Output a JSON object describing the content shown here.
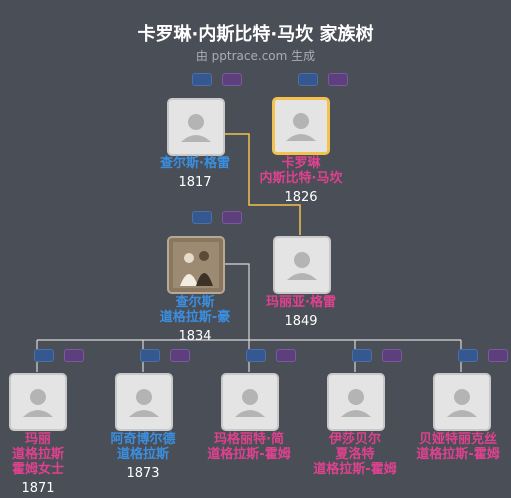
{
  "header": {
    "title": "卡罗琳·内斯比特·马坎 家族树",
    "subtitle": "由 pptrace.com 生成"
  },
  "people": {
    "p_charles_gray": {
      "name_lines": [
        "查尔斯·格雷"
      ],
      "year": "1817"
    },
    "p_caroline": {
      "name_lines": [
        "卡罗琳",
        "内斯比特·马坎"
      ],
      "year": "1826"
    },
    "p_charles_douglas": {
      "name_lines": [
        "查尔斯",
        "道格拉斯-豪"
      ],
      "year": "1834"
    },
    "p_maria": {
      "name_lines": [
        "玛丽亚·格雷"
      ],
      "year": "1849"
    },
    "c_mary": {
      "name_lines": [
        "玛丽",
        "道格拉斯",
        "霍姆女士"
      ],
      "year": "1871"
    },
    "c_archibald": {
      "name_lines": [
        "阿奇博尔德",
        "道格拉斯"
      ],
      "year": "1873"
    },
    "c_margaret": {
      "name_lines": [
        "玛格丽特·简",
        "道格拉斯-霍姆"
      ],
      "year": ""
    },
    "c_isabel": {
      "name_lines": [
        "伊莎贝尔",
        "夏洛特",
        "道格拉斯-霍姆"
      ],
      "year": ""
    },
    "c_beatrice": {
      "name_lines": [
        "贝娅特丽克丝",
        "道格拉斯-霍姆"
      ],
      "year": ""
    }
  },
  "colors": {
    "male": "#3a8fe0",
    "female": "#e0418f",
    "focus_border": "#f2c14e",
    "line": "#d8d8d8",
    "focus_line": "#f2c14e"
  },
  "icons": {
    "placeholder": "person-silhouette-icon",
    "photo": "couple-photo-icon",
    "badge_blue": "blue-tag-icon",
    "badge_purple": "purple-tag-icon"
  }
}
